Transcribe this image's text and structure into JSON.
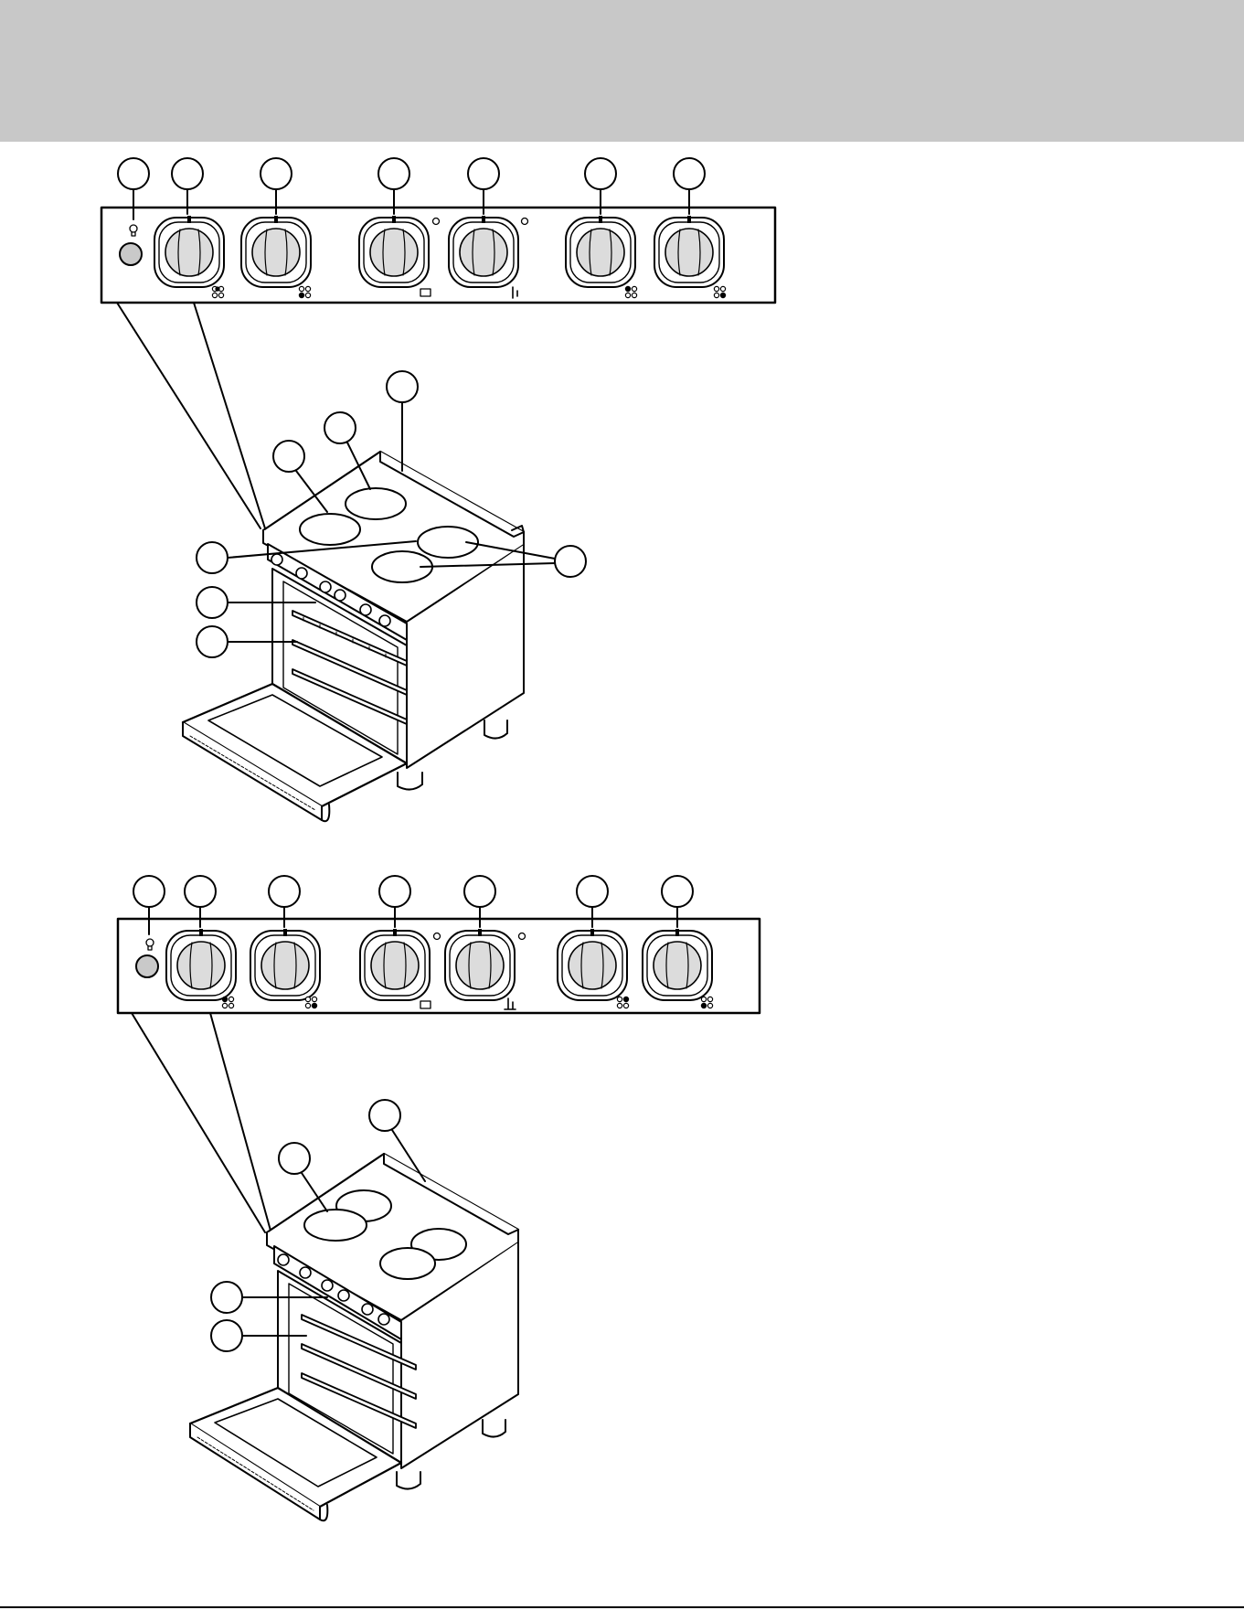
{
  "header": {
    "background": "#c8c8c8"
  },
  "colors": {
    "stroke": "#000000",
    "fill": "#ffffff",
    "knob_fill": "#dcdcdc",
    "light_button": "#c9c9c9"
  },
  "figures": [
    {
      "name": "model-with-five-callouts",
      "control_panel": {
        "light_switch_icon": "lightbulb-icon",
        "knobs": [
          {
            "name": "left-front-element-knob",
            "indicator_icon": "burner-left-front-icon"
          },
          {
            "name": "left-rear-element-knob",
            "indicator_icon": "burner-left-rear-icon"
          },
          {
            "name": "oven-mode-knob",
            "indicator_icon": "oven-mode-icon"
          },
          {
            "name": "oven-temperature-knob",
            "indicator_icon": "thermometer-icon"
          },
          {
            "name": "right-rear-element-knob",
            "indicator_icon": "burner-right-rear-icon"
          },
          {
            "name": "right-front-element-knob",
            "indicator_icon": "burner-right-front-icon"
          }
        ]
      }
    },
    {
      "name": "model-with-four-callouts",
      "control_panel": {
        "light_switch_icon": "lightbulb-icon",
        "knobs": [
          {
            "name": "left-front-element-knob",
            "indicator_icon": "burner-left-front-icon"
          },
          {
            "name": "left-rear-element-knob",
            "indicator_icon": "burner-left-rear-icon"
          },
          {
            "name": "oven-mode-knob",
            "indicator_icon": "oven-mode-icon"
          },
          {
            "name": "oven-temperature-knob",
            "indicator_icon": "thermometer-icon"
          },
          {
            "name": "right-rear-element-knob",
            "indicator_icon": "burner-right-rear-icon"
          },
          {
            "name": "right-front-element-knob",
            "indicator_icon": "burner-right-front-icon"
          }
        ]
      }
    }
  ]
}
